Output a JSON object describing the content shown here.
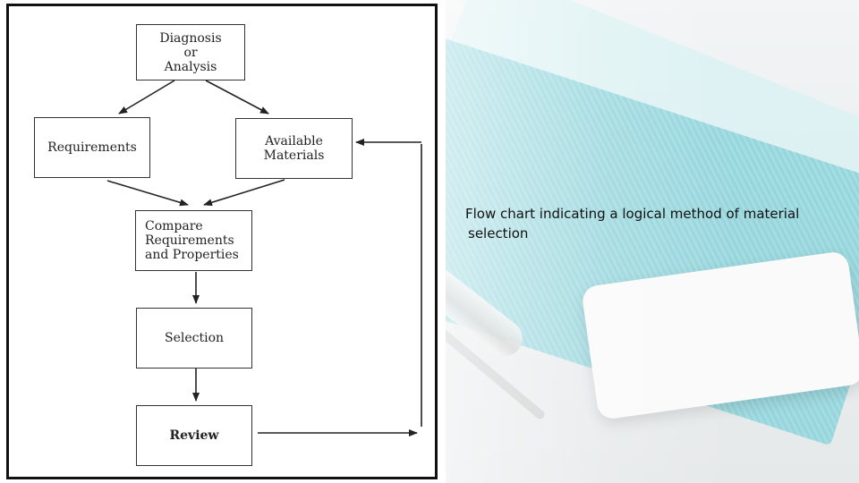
{
  "diagram": {
    "nodes": {
      "diagnosis": "Diagnosis\nor\nAnalysis",
      "requirements": "Requirements",
      "available_materials": "Available\nMaterials",
      "compare": "Compare\nRequirements\nand Properties",
      "selection": "Selection",
      "review": "Review"
    }
  },
  "caption": {
    "line1": "Flow chart indicating a logical method of material",
    "line2": "selection"
  }
}
